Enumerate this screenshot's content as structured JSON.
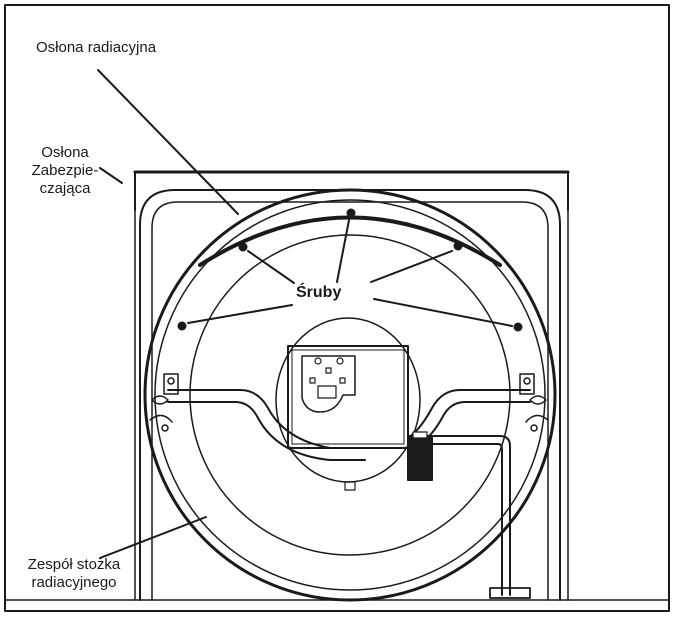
{
  "labels": {
    "radiation_shield": "Osłona radiacyjna",
    "safety_shield_line1": "Osłona",
    "safety_shield_line2": "Zabezpie-",
    "safety_shield_line3": "czająca",
    "screws": "Śruby",
    "cone_assembly_line1": "Zespół stożka",
    "cone_assembly_line2": "radiacyjnego"
  },
  "colors": {
    "ink": "#1a1a1a",
    "background": "#ffffff"
  }
}
